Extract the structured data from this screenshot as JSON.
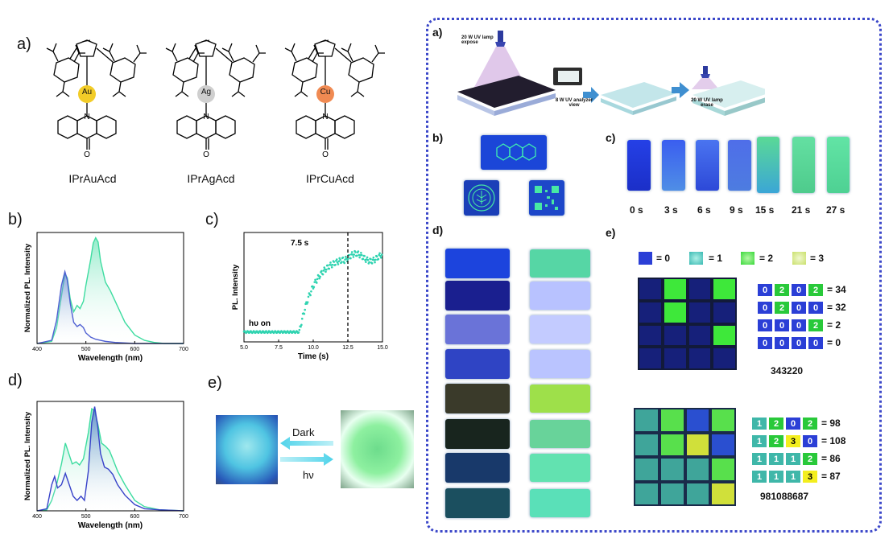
{
  "left": {
    "labels": {
      "a": "a)",
      "b": "b)",
      "c": "c)",
      "d": "d)",
      "e": "e)"
    },
    "complexes": [
      {
        "name": "IPrAuAcd",
        "metal": "Au",
        "color": "#f2cc28"
      },
      {
        "name": "IPrAgAcd",
        "metal": "Ag",
        "color": "#c9c9c9"
      },
      {
        "name": "IPrCuAcd",
        "metal": "Cu",
        "color": "#f08a52"
      }
    ],
    "e_panel": {
      "dark_label": "Dark",
      "light_label": "hν"
    }
  },
  "chart_data": [
    {
      "type": "area",
      "panel": "b",
      "title": "",
      "xlabel": "Wavelength (nm)",
      "ylabel": "Normalized PL. Intensity",
      "xlim": [
        400,
        700
      ],
      "ylim": [
        0,
        1.05
      ],
      "xticks": [
        "400",
        "500",
        "600",
        "700"
      ],
      "series": [
        {
          "color": "#3ddca0",
          "x": [
            400,
            430,
            440,
            450,
            457,
            462,
            468,
            475,
            482,
            488,
            495,
            500,
            510,
            515,
            520,
            525,
            530,
            540,
            550,
            560,
            570,
            580,
            600,
            620,
            640,
            660,
            700
          ],
          "y": [
            0,
            0.02,
            0.15,
            0.45,
            0.66,
            0.62,
            0.42,
            0.3,
            0.36,
            0.33,
            0.4,
            0.55,
            0.8,
            0.95,
            1.0,
            0.96,
            0.78,
            0.58,
            0.5,
            0.4,
            0.3,
            0.2,
            0.08,
            0.03,
            0.01,
            0,
            0
          ]
        },
        {
          "color": "#4e5fd2",
          "x": [
            400,
            430,
            440,
            450,
            457,
            462,
            468,
            475,
            482,
            488,
            495,
            500,
            510,
            520,
            530,
            540,
            560,
            600,
            700
          ],
          "y": [
            0,
            0.03,
            0.22,
            0.55,
            0.68,
            0.6,
            0.38,
            0.2,
            0.16,
            0.18,
            0.15,
            0.1,
            0.06,
            0.04,
            0.03,
            0.02,
            0.01,
            0,
            0
          ]
        }
      ]
    },
    {
      "type": "scatter",
      "panel": "c",
      "title": "",
      "xlabel": "Time (s)",
      "ylabel": "PL. Intensity",
      "xlim": [
        5.0,
        15.0
      ],
      "xticks": [
        "5.0",
        "7.5",
        "10.0",
        "12.5",
        "15.0"
      ],
      "annotations": [
        "7.5 s",
        "hυ on"
      ],
      "marker_line_x": 12.5,
      "color": "#2ed3b0"
    },
    {
      "type": "area",
      "panel": "d",
      "title": "",
      "xlabel": "Wavelength (nm)",
      "ylabel": "Normalized PL. Intensity",
      "xlim": [
        400,
        700
      ],
      "ylim": [
        0,
        1.05
      ],
      "xticks": [
        "400",
        "500",
        "600",
        "700"
      ],
      "series": [
        {
          "color": "#3ddca0",
          "x": [
            400,
            420,
            430,
            440,
            450,
            458,
            465,
            472,
            480,
            487,
            495,
            505,
            512,
            518,
            525,
            532,
            540,
            548,
            555,
            565,
            580,
            600,
            620,
            650,
            700
          ],
          "y": [
            0,
            0.01,
            0.1,
            0.25,
            0.45,
            0.65,
            0.55,
            0.45,
            0.47,
            0.44,
            0.5,
            0.75,
            0.98,
            0.96,
            0.82,
            0.65,
            0.62,
            0.58,
            0.5,
            0.38,
            0.25,
            0.1,
            0.04,
            0.01,
            0
          ]
        },
        {
          "color": "#3742c9",
          "x": [
            400,
            420,
            430,
            436,
            442,
            450,
            458,
            466,
            474,
            482,
            490,
            497,
            505,
            512,
            518,
            524,
            530,
            538,
            546,
            555,
            565,
            580,
            600,
            620,
            650,
            700
          ],
          "y": [
            0,
            0.02,
            0.25,
            0.33,
            0.22,
            0.25,
            0.36,
            0.25,
            0.14,
            0.1,
            0.14,
            0.1,
            0.38,
            0.85,
            1.0,
            0.82,
            0.55,
            0.42,
            0.4,
            0.35,
            0.25,
            0.15,
            0.06,
            0.02,
            0.01,
            0
          ]
        }
      ]
    }
  ],
  "right": {
    "labels": {
      "a": "a)",
      "b": "b)",
      "c": "c)",
      "d": "d)",
      "e": "e)"
    },
    "process": {
      "step1": "20 W UV lamp\nexpose",
      "step2": "8 W UV analyzer\nview",
      "step3": "20 W UV lamp\nerase"
    },
    "times": [
      "0 s",
      "3 s",
      "6 s",
      "9 s",
      "15 s",
      "21 s",
      "27 s"
    ],
    "legend": [
      {
        "label": "= 0",
        "color": "#2b3fd6"
      },
      {
        "label": "= 1",
        "color": "#39b9b3"
      },
      {
        "label": "= 2",
        "color": "#39d83b"
      },
      {
        "label": "= 3",
        "color": "#c9e06a"
      }
    ],
    "grid1": {
      "rows": [
        [
          "0",
          "2",
          "0",
          "2"
        ],
        [
          "0",
          "2",
          "0",
          "0"
        ],
        [
          "0",
          "0",
          "0",
          "2"
        ],
        [
          "0",
          "0",
          "0",
          "0"
        ]
      ],
      "sums": [
        "= 34",
        "= 32",
        "= 2",
        "= 0"
      ],
      "code": "343220"
    },
    "grid2": {
      "rows": [
        [
          "1",
          "2",
          "0",
          "2"
        ],
        [
          "1",
          "2",
          "3",
          "0"
        ],
        [
          "1",
          "1",
          "1",
          "2"
        ],
        [
          "1",
          "1",
          "1",
          "3"
        ]
      ],
      "sums": [
        "= 98",
        "= 108",
        "= 86",
        "= 87"
      ],
      "code": "981088687"
    },
    "cell_colors": {
      "0": "#2b3fd6",
      "1": "#3fb7a9",
      "2": "#29c93a",
      "3": "#f3ee1e"
    }
  }
}
